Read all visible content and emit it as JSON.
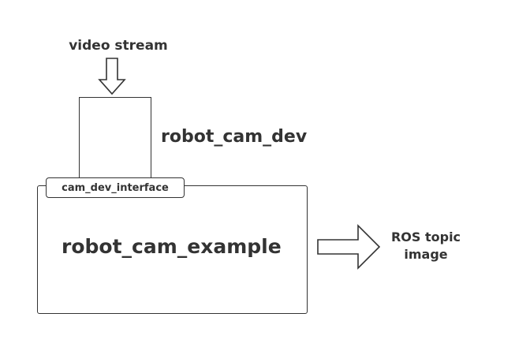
{
  "diagram": {
    "input_label": "video stream",
    "device_node": "robot_cam_dev",
    "interface_node": "cam_dev_interface",
    "example_node": "robot_cam_example",
    "output_label_line1": "ROS topic",
    "output_label_line2": "image"
  },
  "colors": {
    "stroke": "#333333",
    "background": "#ffffff"
  }
}
